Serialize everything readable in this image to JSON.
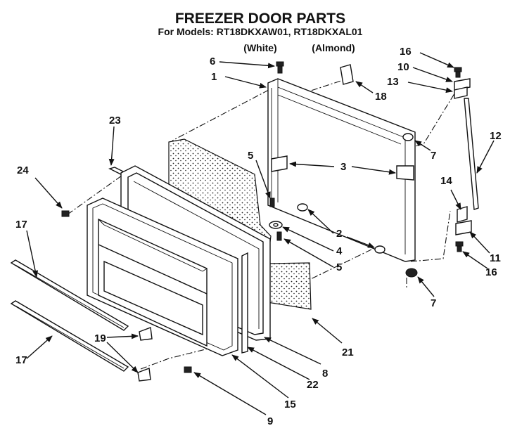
{
  "header": {
    "title": "FREEZER DOOR PARTS",
    "models_line": "For Models: RT18DKXAW01, RT18DKXAL01",
    "variant_white": "(White)",
    "variant_almond": "(Almond)"
  },
  "callouts": [
    "1",
    "2",
    "3",
    "4",
    "5",
    "5",
    "6",
    "7",
    "7",
    "8",
    "9",
    "10",
    "11",
    "12",
    "13",
    "14",
    "15",
    "16",
    "16",
    "17",
    "17",
    "18",
    "19",
    "21",
    "22",
    "23",
    "24"
  ]
}
